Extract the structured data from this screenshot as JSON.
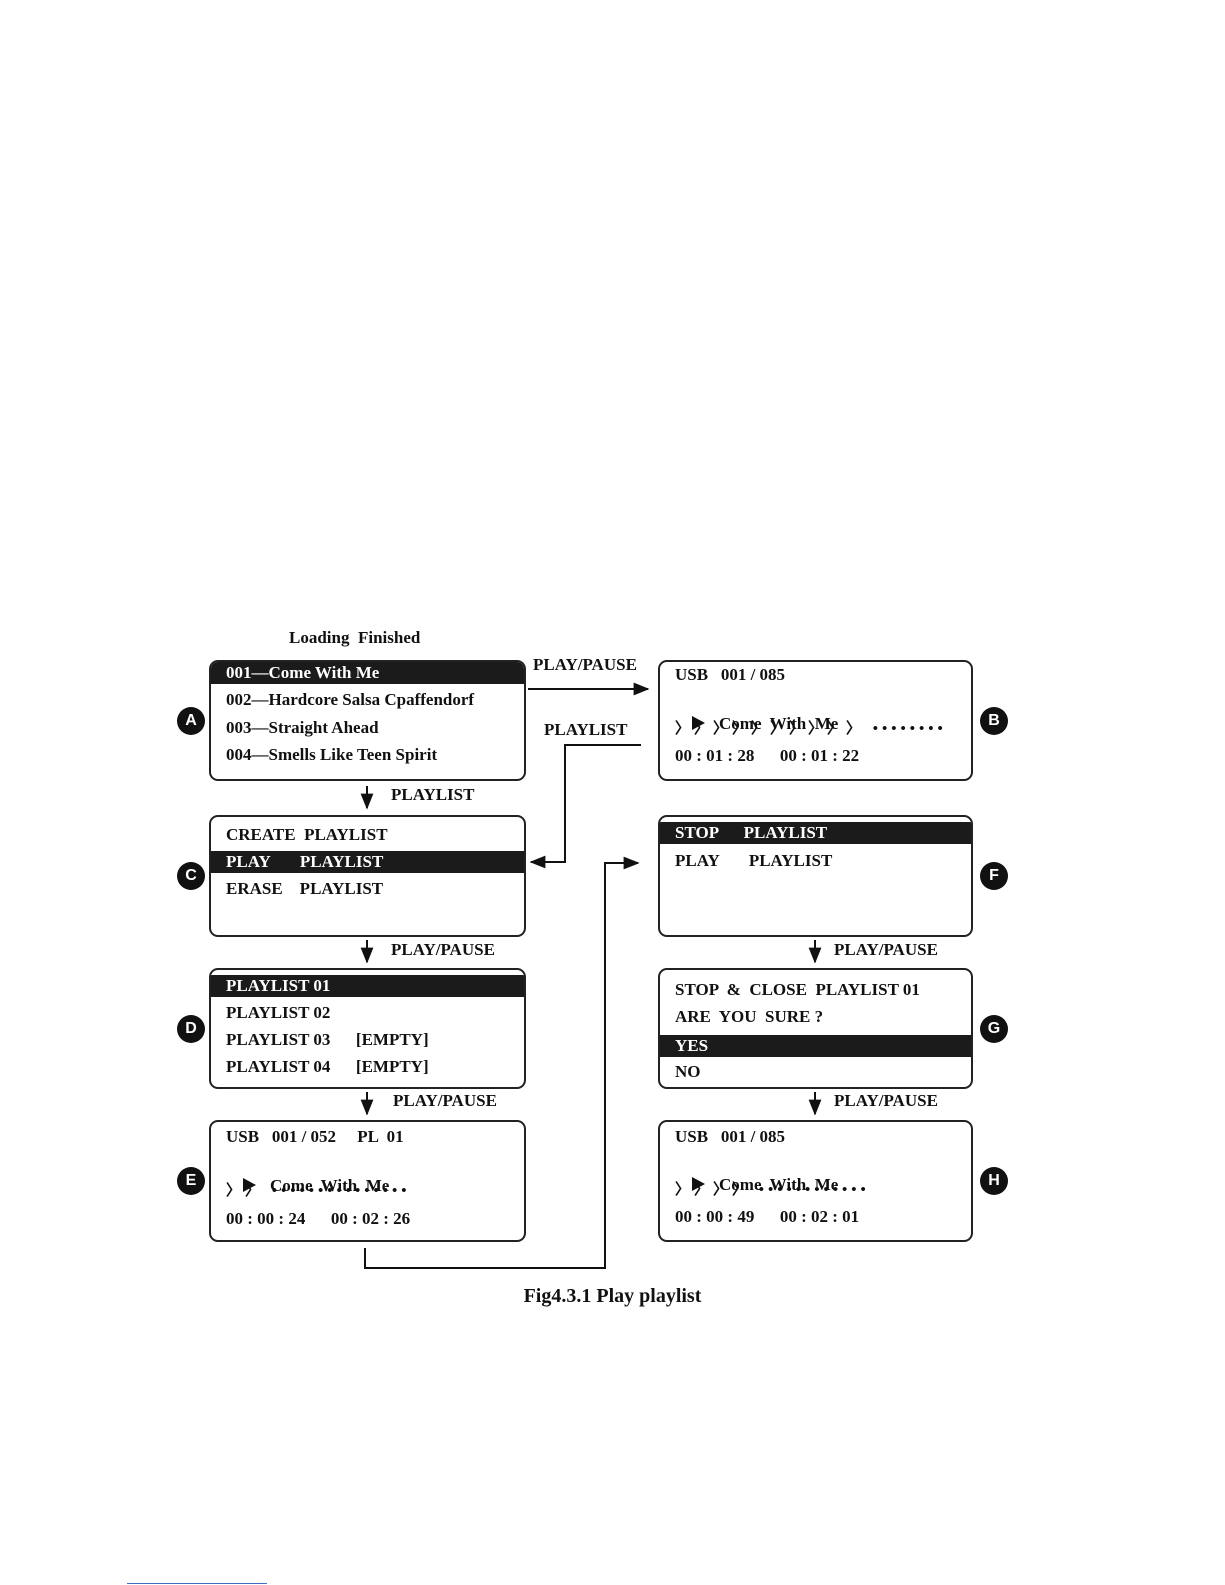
{
  "header_label": "Loading  Finished",
  "screens": {
    "A": {
      "badge": "A",
      "rows": [
        "001—Come With Me",
        "002—Hardcore Salsa Cpaffendorf",
        "003—Straight Ahead",
        "004—Smells Like Teen Spirit"
      ],
      "highlighted": 0
    },
    "B": {
      "badge": "B",
      "line1": "USB   001 / 085",
      "track": "Come  With  Me",
      "progress": "〉〉〉〉〉〉〉〉〉〉 ••••••••",
      "times": "00 : 01 : 28      00 : 01 : 22"
    },
    "C": {
      "badge": "C",
      "rows": [
        "CREATE  PLAYLIST",
        "PLAY       PLAYLIST",
        "ERASE    PLAYLIST"
      ],
      "highlighted": 1
    },
    "D": {
      "badge": "D",
      "rows": [
        "PLAYLIST 01",
        "PLAYLIST 02",
        "PLAYLIST 03      [EMPTY]",
        "PLAYLIST 04      [EMPTY]"
      ],
      "highlighted": 0
    },
    "E": {
      "badge": "E",
      "line1": "USB   001 / 052     PL  01",
      "track": "Come  With  Me",
      "progress": "〉〉 •••••••••••••••",
      "times": "00 : 00 : 24      00 : 02 : 26"
    },
    "F": {
      "badge": "F",
      "rows": [
        "STOP      PLAYLIST",
        "PLAY       PLAYLIST"
      ],
      "highlighted": 0
    },
    "G": {
      "badge": "G",
      "line1": "STOP  &  CLOSE  PLAYLIST 01",
      "line2": "ARE  YOU  SURE ?",
      "options": [
        "YES",
        "NO"
      ],
      "highlighted": 0
    },
    "H": {
      "badge": "H",
      "line1": "USB   001 / 085",
      "track": "Come  With  Me",
      "progress": "〉〉〉〉 ••••••••••••",
      "times": "00 : 00 : 49      00 : 02 : 01"
    }
  },
  "transitions": {
    "a_to_b": "PLAY/PAUSE",
    "b_to_c": "PLAYLIST",
    "a_to_c": "PLAYLIST",
    "c_to_d": "PLAY/PAUSE",
    "d_to_e": "PLAY/PAUSE",
    "f_to_g": "PLAY/PAUSE",
    "g_to_h": "PLAY/PAUSE"
  },
  "caption": "Fig4.3.1  Play playlist"
}
